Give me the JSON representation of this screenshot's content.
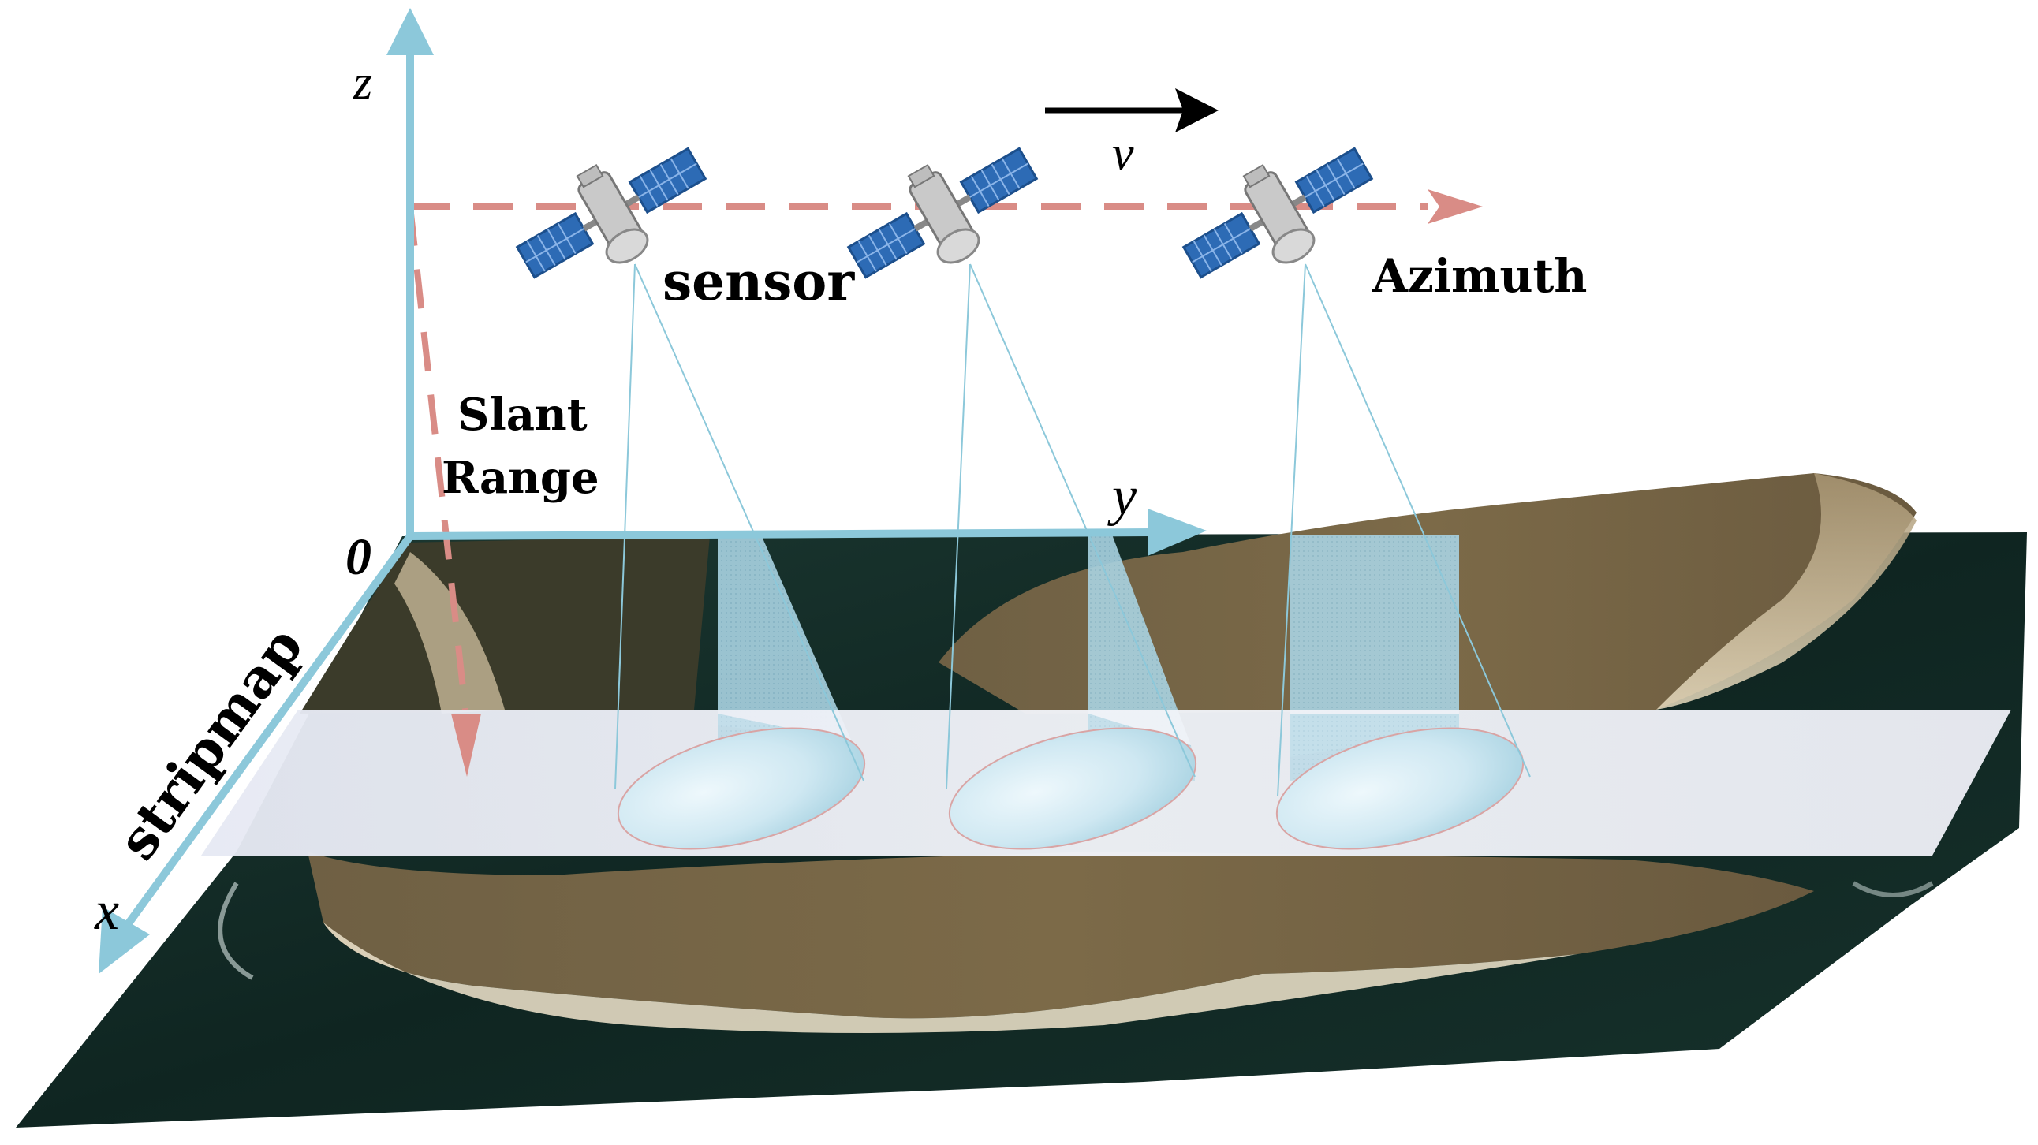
{
  "labels": {
    "z_axis": "z",
    "y_axis": "y",
    "x_axis": "x",
    "origin": "0",
    "velocity": "v",
    "sensor": "sensor",
    "azimuth": "Azimuth",
    "slant_line1": "Slant",
    "slant_line2": "Range",
    "stripmap": "stripmap"
  },
  "colors": {
    "axis": "#8cc8da",
    "azimuth_dashed": "#d98c86",
    "velocity_arrow": "#000000",
    "strip": "#eef0f6",
    "beam_fill": "#a9d3e2",
    "footprint": "#cfe8f2",
    "terrain_land": "#7a6a4a",
    "terrain_sea": "#132a26",
    "satellite_panel": "#2d6bb5",
    "satellite_body": "#c9c9c9"
  },
  "icons": {
    "satellite": "satellite-icon"
  }
}
